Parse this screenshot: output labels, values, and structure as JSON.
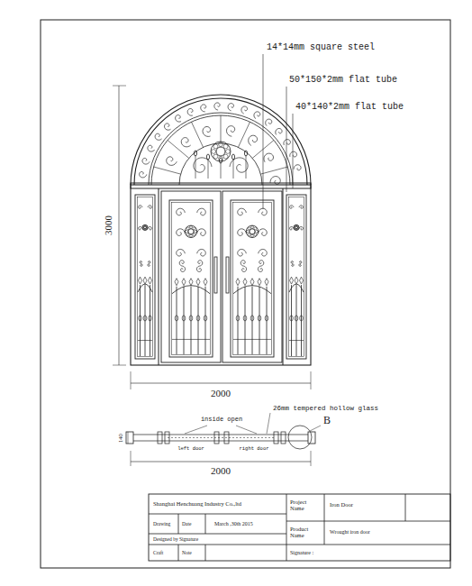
{
  "diagram": {
    "labels": [
      "14*14mm square steel",
      "50*150*2mm flat tube",
      "40*140*2mm flat tube",
      "3000",
      "2000",
      "26mm tempered hollow glass",
      "inside open",
      "B",
      "140",
      "left door",
      "right door",
      "2000",
      "Shanghai Henchuang Industry Co.,ltd",
      "Project Name",
      "Iron Door",
      "Drawing",
      "Date",
      "March ,30th 2015",
      "Product Name",
      "Wrought iron door",
      "Designed by Signature",
      "Craft",
      "Note",
      "Signature :"
    ]
  }
}
